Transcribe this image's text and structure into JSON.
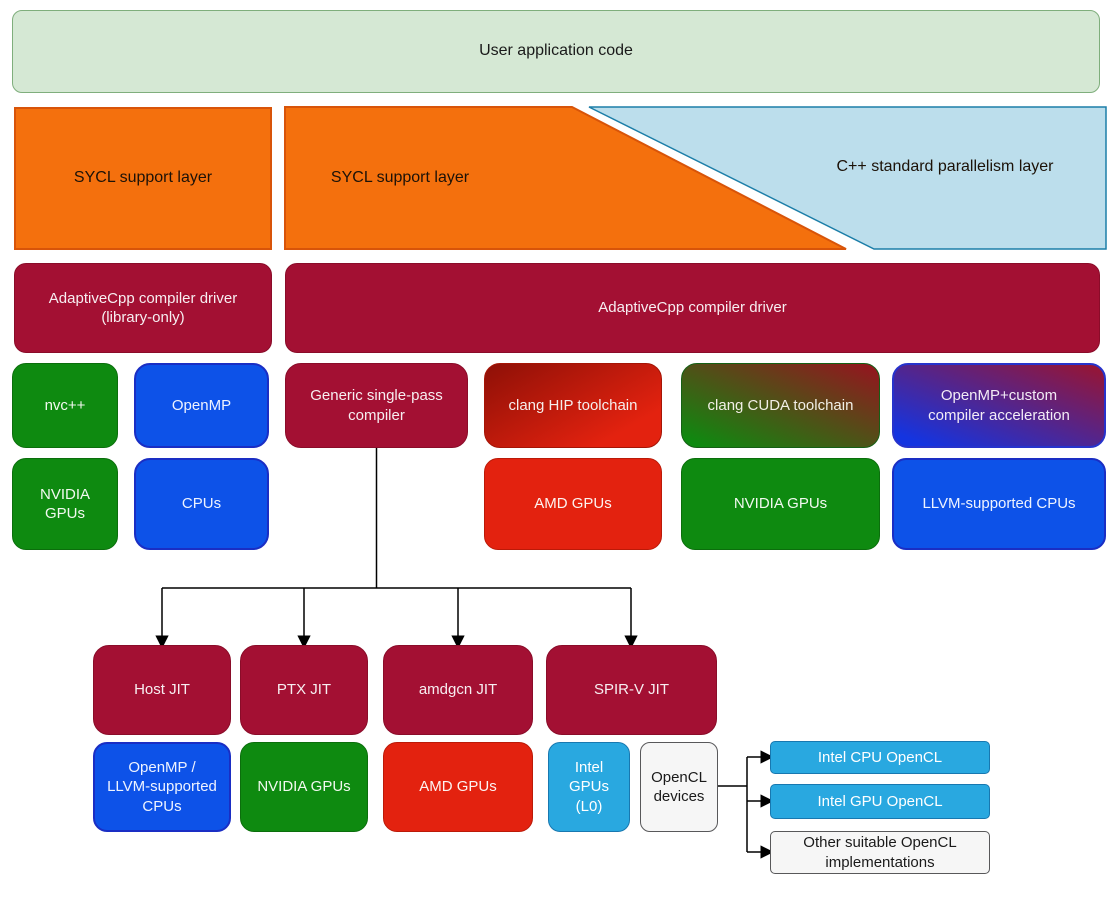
{
  "diagram": {
    "subject": "AdaptiveCpp compiler architecture",
    "type": "flow-diagram"
  },
  "nodes": {
    "user_app": "User application code",
    "sycl_support_left": "SYCL support layer",
    "sycl_support_mid": "SYCL support layer",
    "cpp_std_parallelism": "C++ standard parallelism layer",
    "driver_library_only": "AdaptiveCpp compiler driver\n(library-only)",
    "driver_main": "AdaptiveCpp compiler driver",
    "nvcpp": "nvc++",
    "openmp": "OpenMP",
    "generic_single_pass": "Generic single-pass\ncompiler",
    "clang_hip": "clang HIP toolchain",
    "clang_cuda": "clang CUDA toolchain",
    "openmp_custom": "OpenMP+custom\ncompiler acceleration",
    "nvidia_gpus_1": "NVIDIA\nGPUs",
    "cpus": "CPUs",
    "amd_gpus_1": "AMD GPUs",
    "nvidia_gpus_2": "NVIDIA GPUs",
    "llvm_supported_cpus": "LLVM-supported CPUs",
    "host_jit": "Host JIT",
    "ptx_jit": "PTX JIT",
    "amdgcn_jit": "amdgcn JIT",
    "spirv_jit": "SPIR-V JIT",
    "openmp_llvm_cpus": "OpenMP /\nLLVM-supported\nCPUs",
    "nvidia_gpus_3": "NVIDIA GPUs",
    "amd_gpus_2": "AMD GPUs",
    "intel_gpus_l0": "Intel\nGPUs\n(L0)",
    "opencl_devices": "OpenCL\ndevices",
    "intel_cpu_opencl": "Intel CPU OpenCL",
    "intel_gpu_opencl": "Intel GPU OpenCL",
    "other_opencl": "Other suitable OpenCL\nimplementations"
  },
  "edges": [
    {
      "from": "generic_single_pass",
      "to": "host_jit",
      "arrow": true
    },
    {
      "from": "generic_single_pass",
      "to": "ptx_jit",
      "arrow": true
    },
    {
      "from": "generic_single_pass",
      "to": "amdgcn_jit",
      "arrow": true
    },
    {
      "from": "generic_single_pass",
      "to": "spirv_jit",
      "arrow": true
    },
    {
      "from": "opencl_devices",
      "to": "intel_cpu_opencl",
      "arrow": true
    },
    {
      "from": "opencl_devices",
      "to": "intel_gpu_opencl",
      "arrow": true
    },
    {
      "from": "opencl_devices",
      "to": "other_opencl",
      "arrow": true
    }
  ],
  "colors": {
    "light_green_fill": "#d5e8d4",
    "light_green_border": "#7fae7c",
    "orange_fill": "#f4700d",
    "orange_border": "#d85409",
    "light_blue_fill": "#bcdeec",
    "light_blue_border": "#1c7ea8",
    "crimson_fill": "#a31033",
    "crimson_border": "#8a0c29",
    "green_fill": "#0e8a10",
    "green_border": "#0b6e0c",
    "blue_fill": "#0d52e8",
    "blue_border": "#1a2ec4",
    "red_fill": "#e3220f",
    "red_border": "#bb1a08",
    "cyan_fill": "#29a8e0",
    "cyan_border": "#1878b0",
    "gray_fill": "#f6f6f6",
    "gray_border": "#58585a",
    "connector_line": "#000000"
  }
}
